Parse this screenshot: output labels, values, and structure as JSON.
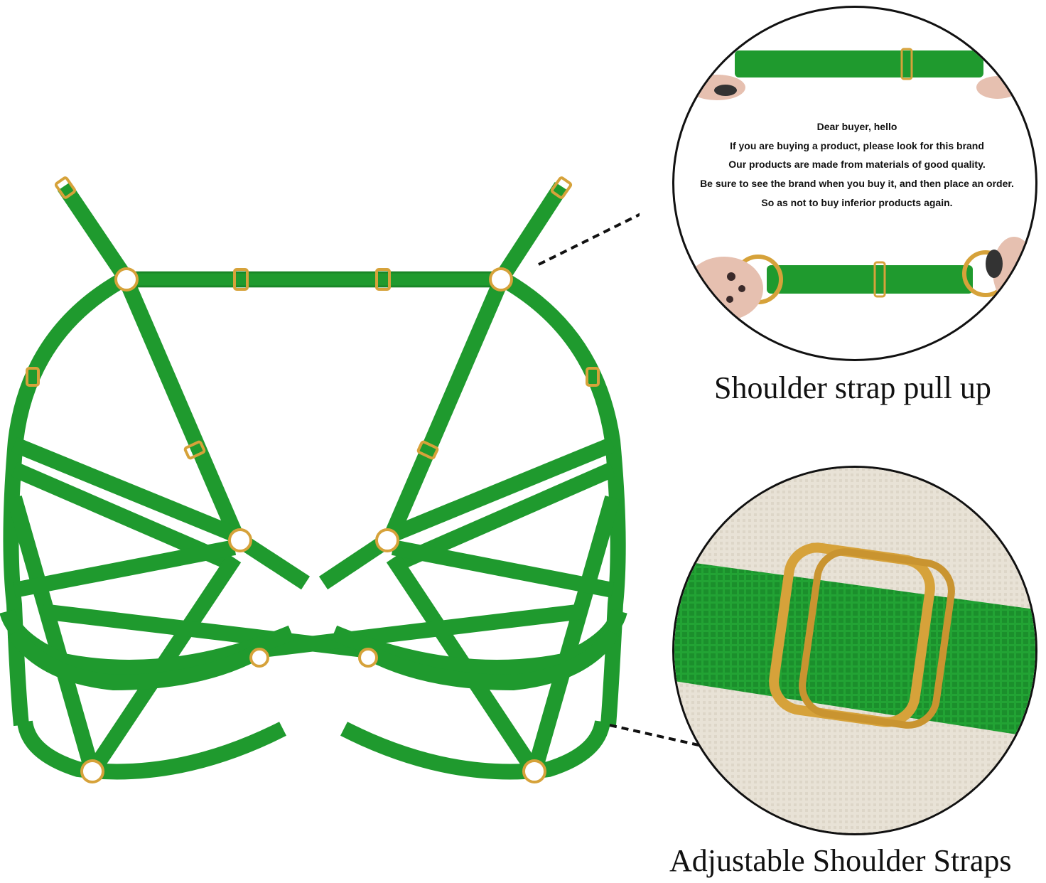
{
  "product": {
    "strap_color": "#1f9a2e",
    "strap_color_dark": "#157a22",
    "hardware_color": "#d6a23a"
  },
  "callout_top": {
    "note_lines": [
      "Dear buyer, hello",
      "If you are buying a product, please look for this brand",
      "Our products are made from materials of good quality.",
      "Be sure to see the brand when you buy it, and then place an order.",
      "So as not to buy inferior products again."
    ],
    "caption": "Shoulder strap pull up"
  },
  "callout_bottom": {
    "caption": "Adjustable Shoulder Straps",
    "fabric_color": "#e8e2d6"
  }
}
